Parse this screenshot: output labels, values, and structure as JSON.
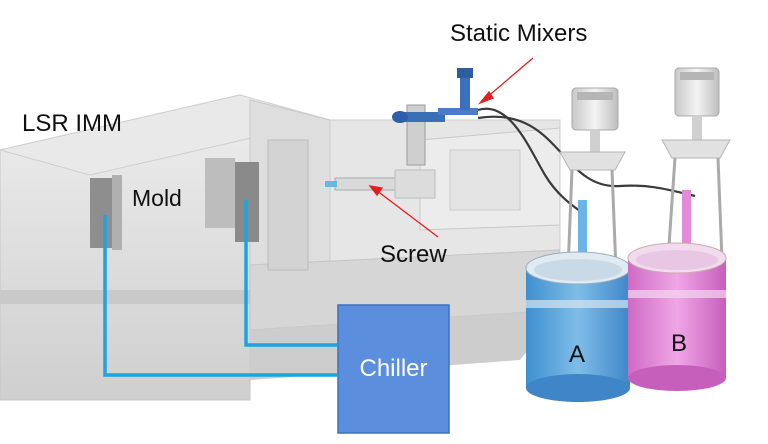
{
  "labels": {
    "static_mixers": "Static Mixers",
    "machine": "LSR IMM",
    "mold": "Mold",
    "screw": "Screw",
    "chiller": "Chiller",
    "component_a": "A",
    "component_b": "B"
  },
  "colors": {
    "chiller_fill": "#5b8fde",
    "coolant_line": "#1ba4e0",
    "pointer_arrow": "#e21f1f",
    "machine_body": "#dcdcdc",
    "drum_a": "#4e9ed6",
    "drum_b": "#d978cf"
  }
}
